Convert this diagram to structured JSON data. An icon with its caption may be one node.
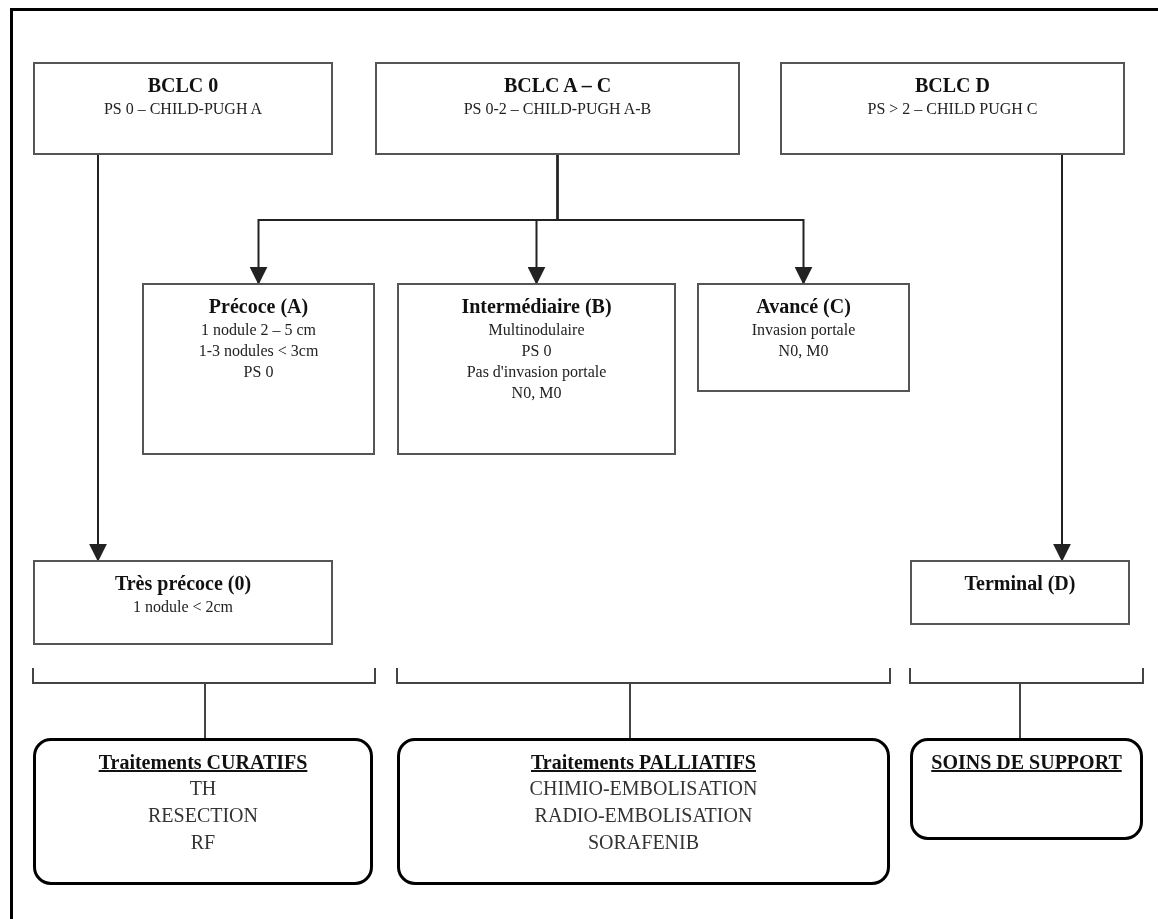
{
  "diagram": {
    "nodes": [
      {
        "text": [
          "BCLC 0",
          "PS 0 – CHILD-PUGH A"
        ]
      },
      {
        "text": [
          "BCLC A – C",
          "PS 0-2 – CHILD-PUGH A-B"
        ]
      },
      {
        "text": [
          "BCLC D",
          "PS > 2 – CHILD PUGH C"
        ]
      },
      {
        "text": [
          "Précoce (A)",
          "1 nodule 2 – 5 cm",
          "1-3 nodules < 3cm",
          "PS 0"
        ]
      },
      {
        "text": [
          "Intermédiaire (B)",
          "Multinodulaire",
          "PS 0",
          "Pas d'invasion portale",
          "N0, M0"
        ]
      },
      {
        "text": [
          "Avancé (C)",
          "Invasion portale",
          "N0, M0"
        ]
      },
      {
        "text": [
          "Très précoce (0)",
          "1 nodule < 2cm"
        ]
      },
      {
        "text": [
          "Terminal (D)"
        ]
      },
      {
        "text": [
          "Traitements CURATIFS",
          "TH",
          "RESECTION",
          "RF"
        ]
      },
      {
        "text": [
          "Traitements PALLIATIFS",
          "CHIMIO-EMBOLISATION",
          "RADIO-EMBOLISATION",
          "SORAFENIB"
        ]
      },
      {
        "text": [
          "SOINS DE SUPPORT"
        ]
      }
    ],
    "edges": [
      {
        "from": 0,
        "to": 6,
        "arrow": "to"
      },
      {
        "from": 1,
        "to": 3,
        "arrow": "to"
      },
      {
        "from": 1,
        "to": 4,
        "arrow": "to"
      },
      {
        "from": 1,
        "to": 5,
        "arrow": "to"
      },
      {
        "from": 2,
        "to": 7,
        "arrow": "to"
      }
    ]
  }
}
